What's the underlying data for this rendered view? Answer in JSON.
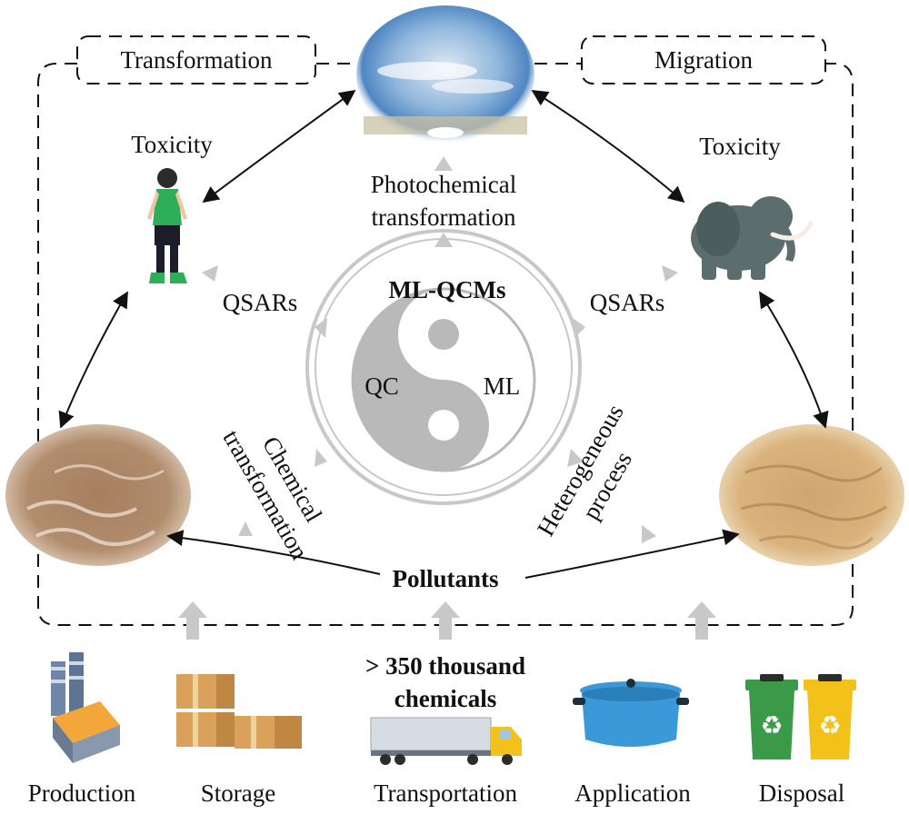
{
  "frame": {
    "transformation_label": "Transformation",
    "migration_label": "Migration"
  },
  "center": {
    "title": "ML-QCMs",
    "qc_label": "QC",
    "ml_label": "ML"
  },
  "labels": {
    "toxicity_left": "Toxicity",
    "toxicity_right": "Toxicity",
    "photochemical_line1": "Photochemical",
    "photochemical_line2": "transformation",
    "qsars_left": "QSARs",
    "qsars_right": "QSARs",
    "chemical_line1": "Chemical",
    "chemical_line2": "transformation",
    "heterogeneous_line1": "Heterogeneous",
    "heterogeneous_line2": "process",
    "pollutants": "Pollutants",
    "chemicals_line1": "> 350 thousand",
    "chemicals_line2": "chemicals"
  },
  "sources": [
    {
      "label": "Production",
      "icon": "factory-icon"
    },
    {
      "label": "Storage",
      "icon": "boxes-icon"
    },
    {
      "label": "Transportation",
      "icon": "truck-icon"
    },
    {
      "label": "Application",
      "icon": "pot-icon"
    },
    {
      "label": "Disposal",
      "icon": "recycle-bins-icon"
    }
  ],
  "colors": {
    "gray_arrow": "#c8c8c8",
    "yin_dark": "#b9b9b9",
    "truck_green": "#3b9a48",
    "bin_yellow": "#f2c21b",
    "pot_blue": "#3a9ad9",
    "elephant": "#5b6d6e"
  }
}
